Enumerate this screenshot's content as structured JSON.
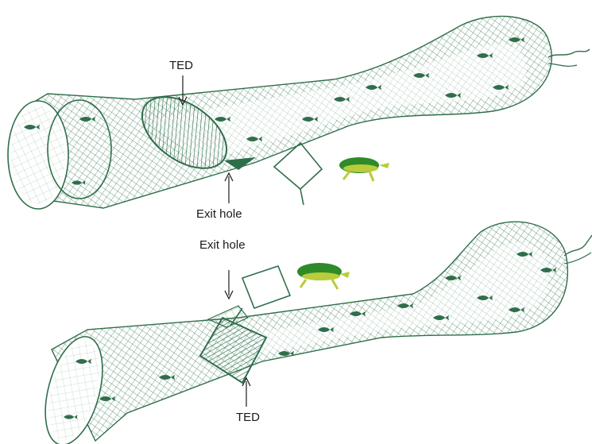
{
  "diagram": {
    "top": {
      "ted_label": "TED",
      "exit_label": "Exit hole"
    },
    "bottom": {
      "exit_label": "Exit hole",
      "ted_label": "TED"
    }
  },
  "colors": {
    "net": "#2f6e4a",
    "mesh": "#3d7d56",
    "turtle_shell": "#2f8a2a",
    "turtle_body": "#b9cc3a",
    "label": "#1a1a1a"
  },
  "icons": [
    "fish-icon",
    "turtle-icon",
    "ray-icon"
  ]
}
